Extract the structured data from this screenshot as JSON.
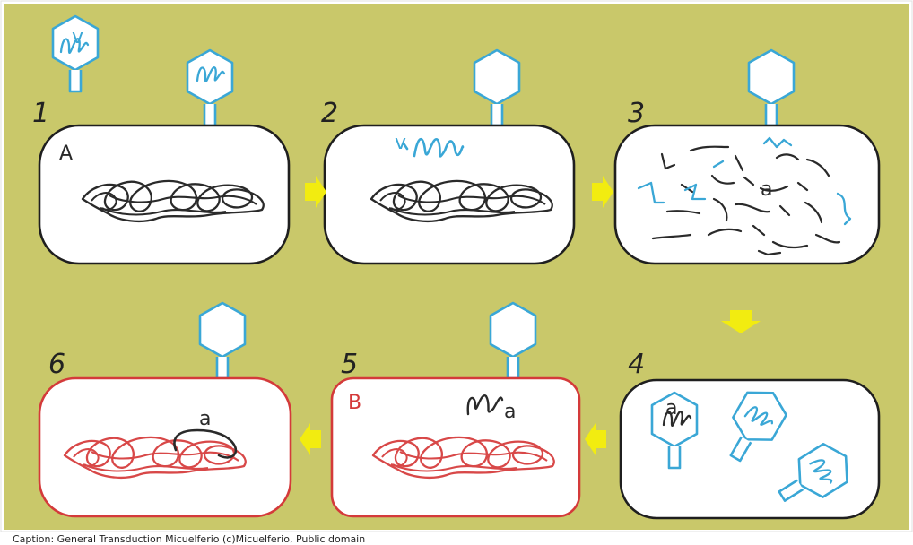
{
  "colors": {
    "background": "#c9c86a",
    "border": "#e0e0e0",
    "cell_outline": "#1f1f1f",
    "recipient_outline": "#d43a3a",
    "host_dna": "#2a2a2a",
    "recipient_dna": "#d84848",
    "phage": "#3aa7d6",
    "arrow": "#f2ec10"
  },
  "steps": [
    {
      "number": "1",
      "cell_label": "A"
    },
    {
      "number": "2"
    },
    {
      "number": "3",
      "fragment_label": "a"
    },
    {
      "number": "4",
      "phage_label": "a"
    },
    {
      "number": "5",
      "cell_label": "B",
      "fragment_label": "a"
    },
    {
      "number": "6",
      "fragment_label": "a"
    }
  ],
  "phage_labels": {
    "free_phage": "v",
    "injected_dna": "v"
  },
  "caption": "Caption: General Transduction Micuelferio (c)Micuelferio, Public domain"
}
